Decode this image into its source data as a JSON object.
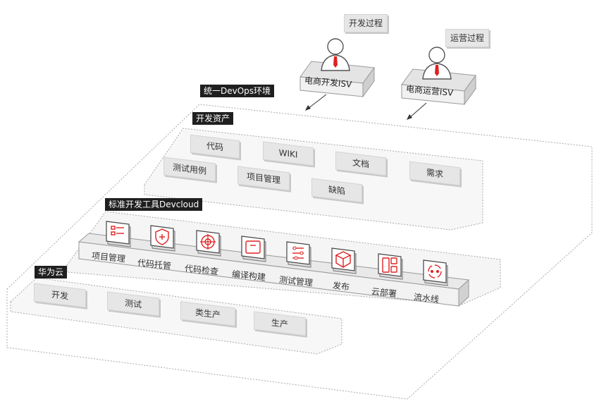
{
  "process_labels": {
    "dev": "开发过程",
    "ops": "运营过程"
  },
  "actors": [
    {
      "label": "电商开发ISV"
    },
    {
      "label": "电商运营ISV"
    }
  ],
  "sections": {
    "unified_env": "统一DevOps环境",
    "dev_assets": "开发资产",
    "toolchain": "标准开发工具Devcloud",
    "huawei_cloud": "华为云"
  },
  "assets": [
    "代码",
    "WIKI",
    "文档",
    "需求",
    "测试用例",
    "项目管理",
    "缺陷"
  ],
  "tools": [
    {
      "label": "项目管理",
      "icon": "project-management-icon"
    },
    {
      "label": "代码托管",
      "icon": "code-hosting-icon"
    },
    {
      "label": "代码检查",
      "icon": "code-check-icon"
    },
    {
      "label": "编译构建",
      "icon": "build-icon"
    },
    {
      "label": "测试管理",
      "icon": "test-management-icon"
    },
    {
      "label": "发布",
      "icon": "release-icon"
    },
    {
      "label": "云部署",
      "icon": "cloud-deploy-icon"
    },
    {
      "label": "流水线",
      "icon": "pipeline-icon"
    }
  ],
  "cloud_stages": [
    "开发",
    "测试",
    "类生产",
    "生产"
  ],
  "colors": {
    "accent": "#e02020",
    "tag_bg": "#1f1f1f",
    "tile": "#e6e6e6",
    "dash": "#999999"
  }
}
